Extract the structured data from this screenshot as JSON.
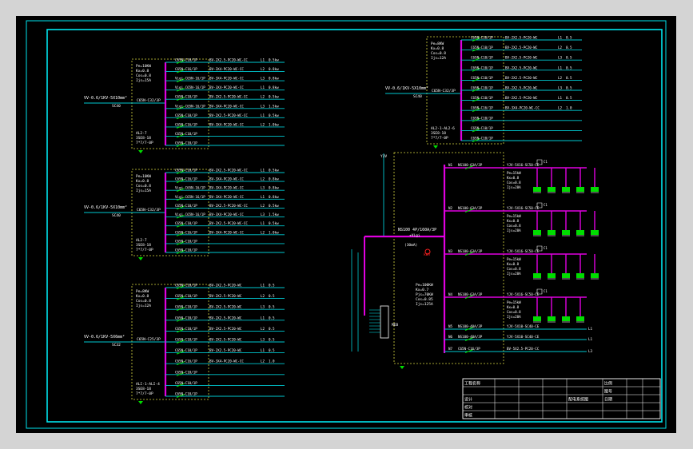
{
  "colors": {
    "background": "#000000",
    "frame": "#00e5ee",
    "bus": "#e000e0",
    "wire": "#00c8d0",
    "text": "#ffffff",
    "panel_border": "#d8d840",
    "breaker": "#00dd00",
    "accent_red": "#ff2020"
  },
  "panels": [
    {
      "feeder": "VV-0.6/1KV-5X10mm²",
      "feeder_sub": "SC40",
      "main_breaker": "C65N-C32/3P",
      "tag": [
        "AL2-7",
        "3SE8-18",
        "7*7/7-0P"
      ],
      "specs": [
        "Pe=10KW",
        "Kx=0.8",
        "Cos=0.8",
        "Ijs=15A"
      ],
      "circuits": [
        {
          "breaker": "C65N-C10/1P",
          "cable": "BV-2X2.5-PC20-WC-CC",
          "phase": "L1",
          "load": "0.5kw"
        },
        {
          "breaker": "C65N-C16/1P",
          "cable": "BV-3X4-PC20-WC-CC",
          "phase": "L2",
          "load": "0.8kw"
        },
        {
          "breaker": "Vigi C65N-16/1P",
          "cable": "BV-3X4-PC20-WC-CC",
          "phase": "L3",
          "load": "0.8kw"
        },
        {
          "breaker": "Vigi C65N-16/1P",
          "cable": "BV-3X4-PC20-WC-CC",
          "phase": "L1",
          "load": "0.8kw"
        },
        {
          "breaker": "C65N-C10/1P",
          "cable": "BV-2X2.5-PC20-WC-CC",
          "phase": "L2",
          "load": "0.5kw"
        },
        {
          "breaker": "Vigi C65N-16/1P",
          "cable": "BV-3X4-PC20-WC-CC",
          "phase": "L3",
          "load": "1.5kw"
        },
        {
          "breaker": "C65N-C10/1P",
          "cable": "BV-2X2.5-PC20-WC-CC",
          "phase": "L1",
          "load": "0.5kw"
        },
        {
          "breaker": "C65N-C16/1P",
          "cable": "BV-3X4-PC20-WC-CC",
          "phase": "L2",
          "load": "1.0kw"
        },
        {
          "breaker": "C65N-C10/1P",
          "cable": "",
          "phase": "",
          "load": ""
        },
        {
          "breaker": "C65N-C10/1P",
          "cable": "",
          "phase": "",
          "load": ""
        }
      ]
    },
    {
      "feeder": "VV-0.6/1KV-5X10mm²",
      "feeder_sub": "SC40",
      "main_breaker": "C65N-C32/3P",
      "tag": [
        "AL2-7",
        "3SE8-18",
        "7*7/7-0P"
      ],
      "specs": [
        "Pe=10KW",
        "Kx=0.8",
        "Cos=0.8",
        "Ijs=15A"
      ],
      "circuits": [
        {
          "breaker": "C65N-C10/1P",
          "cable": "BV-2X2.5-PC20-WC-CC",
          "phase": "L1",
          "load": "0.5kw"
        },
        {
          "breaker": "C65N-C16/1P",
          "cable": "BV-3X4-PC20-WC-CC",
          "phase": "L2",
          "load": "0.8kw"
        },
        {
          "breaker": "Vigi C65N-16/1P",
          "cable": "BV-3X4-PC20-WC-CC",
          "phase": "L3",
          "load": "0.8kw"
        },
        {
          "breaker": "Vigi C65N-16/1P",
          "cable": "BV-3X4-PC20-WC-CC",
          "phase": "L1",
          "load": "0.8kw"
        },
        {
          "breaker": "C65N-C10/1P",
          "cable": "BV-2X2.5-PC20-WC-CC",
          "phase": "L2",
          "load": "0.5kw"
        },
        {
          "breaker": "Vigi C65N-16/1P",
          "cable": "BV-3X4-PC20-WC-CC",
          "phase": "L3",
          "load": "1.5kw"
        },
        {
          "breaker": "C65N-C10/1P",
          "cable": "BV-2X2.5-PC20-WC-CC",
          "phase": "L1",
          "load": "0.5kw"
        },
        {
          "breaker": "C65N-C16/1P",
          "cable": "BV-3X4-PC20-WC-CC",
          "phase": "L2",
          "load": "1.0kw"
        },
        {
          "breaker": "C65N-C10/1P",
          "cable": "",
          "phase": "",
          "load": ""
        },
        {
          "breaker": "C65N-C10/1P",
          "cable": "",
          "phase": "",
          "load": ""
        }
      ]
    },
    {
      "feeder": "VV-0.6/1KV-5X6mm²",
      "feeder_sub": "SC32",
      "main_breaker": "C65N-C25/3P",
      "tag": [
        "ALI-1-ALI-4",
        "3SE8-18",
        "7*7/7-0P"
      ],
      "specs": [
        "Pe=8KW",
        "Kx=0.8",
        "Cos=0.8",
        "Ijs=12A"
      ],
      "circuits": [
        {
          "breaker": "C65N-C10/1P",
          "cable": "BV-2X2.5-PC20-WC",
          "phase": "L1",
          "load": "0.5"
        },
        {
          "breaker": "C65N-C10/1P",
          "cable": "BV-2X2.5-PC20-WC",
          "phase": "L2",
          "load": "0.5"
        },
        {
          "breaker": "C65N-C10/1P",
          "cable": "BV-2X2.5-PC20-WC",
          "phase": "L3",
          "load": "0.5"
        },
        {
          "breaker": "C65N-C10/1P",
          "cable": "BV-2X2.5-PC20-WC",
          "phase": "L1",
          "load": "0.5"
        },
        {
          "breaker": "C65N-C10/1P",
          "cable": "BV-2X2.5-PC20-WC",
          "phase": "L2",
          "load": "0.5"
        },
        {
          "breaker": "C65N-C10/1P",
          "cable": "BV-2X2.5-PC20-WC",
          "phase": "L3",
          "load": "0.5"
        },
        {
          "breaker": "C65N-C10/1P",
          "cable": "BV-2X2.5-PC20-WC",
          "phase": "L1",
          "load": "0.5"
        },
        {
          "breaker": "C65N-C16/1P",
          "cable": "BV-3X4-PC20-WC-CC",
          "phase": "L2",
          "load": "1.0"
        },
        {
          "breaker": "C65N-C10/1P",
          "cable": "",
          "phase": "",
          "load": ""
        },
        {
          "breaker": "C65N-C10/1P",
          "cable": "",
          "phase": "",
          "load": ""
        },
        {
          "breaker": "C65N-C10/1P",
          "cable": "",
          "phase": "",
          "load": ""
        }
      ]
    },
    {
      "feeder": "VV-0.6/1KV-5X10mm²",
      "feeder_sub": "SC40",
      "main_breaker": "C65N-C32/3P",
      "tag": [
        "AL2-1-AL2-6",
        "3SE8-18",
        "7*7/7-0P"
      ],
      "specs": [
        "Pe=8KW",
        "Kx=0.8",
        "Cos=0.8",
        "Ijs=12A"
      ],
      "circuits": [
        {
          "breaker": "C65N-C10/1P",
          "cable": "BV-2X2.5-PC20-WC",
          "phase": "L1",
          "load": "0.5"
        },
        {
          "breaker": "C65N-C10/1P",
          "cable": "BV-2X2.5-PC20-WC",
          "phase": "L2",
          "load": "0.5"
        },
        {
          "breaker": "C65N-C10/1P",
          "cable": "BV-2X2.5-PC20-WC",
          "phase": "L3",
          "load": "0.5"
        },
        {
          "breaker": "C65N-C10/1P",
          "cable": "BV-2X2.5-PC20-WC",
          "phase": "L1",
          "load": "0.5"
        },
        {
          "breaker": "C65N-C10/1P",
          "cable": "BV-2X2.5-PC20-WC",
          "phase": "L2",
          "load": "0.5"
        },
        {
          "breaker": "C65N-C10/1P",
          "cable": "BV-2X2.5-PC20-WC",
          "phase": "L3",
          "load": "0.5"
        },
        {
          "breaker": "C65N-C10/1P",
          "cable": "BV-2X2.5-PC20-WC",
          "phase": "L1",
          "load": "0.5"
        },
        {
          "breaker": "C65N-C16/1P",
          "cable": "BV-3X4-PC20-WC-CC",
          "phase": "L2",
          "load": "1.0"
        },
        {
          "breaker": "C65N-C10/1P",
          "cable": "",
          "phase": "",
          "load": ""
        },
        {
          "breaker": "C65N-C10/1P",
          "cable": "",
          "phase": "",
          "load": ""
        },
        {
          "breaker": "C65N-C10/1P",
          "cable": "",
          "phase": "",
          "load": ""
        }
      ]
    }
  ],
  "main_panel": {
    "incoming_label": "YJV",
    "main_breaker": "NS100 4P/160A/3P",
    "main_breaker_sub": "+Vigi",
    "main_breaker_note": "(30mA)",
    "meter": "kWh",
    "terminal_label": "MEB",
    "specs": [
      "Pe=100KW",
      "Kx=0.7",
      "Pjs=70KW",
      "Cos=0.85",
      "Ijs=125A"
    ],
    "feeders": [
      {
        "breaker": "NS100-63A/3P",
        "cable": "YJV-5X16-SC50-CE",
        "label": "N1"
      },
      {
        "breaker": "NS100-63A/3P",
        "cable": "YJV-5X16-SC50-CE",
        "label": "N2"
      },
      {
        "breaker": "NS100-63A/3P",
        "cable": "YJV-5X16-SC50-CE",
        "label": "N3"
      },
      {
        "breaker": "NS100-63A/3P",
        "cable": "YJV-5X16-SC50-CE",
        "label": "N4"
      },
      {
        "breaker": "NS100-40A/3P",
        "cable": "YJV-5X10-SC40-CE",
        "label": "N5"
      },
      {
        "breaker": "NS100-40A/3P",
        "cable": "YJV-5X10-SC40-CE",
        "label": "N6"
      },
      {
        "breaker": "C65N-C16/3P",
        "cable": "BV-5X2.5-PC20-CC",
        "label": "N7"
      }
    ],
    "feeder_side_specs": [
      "Pe=15kW",
      "Kx=0.8",
      "Cos=0.8",
      "Ijs=28A"
    ]
  },
  "title_block": {
    "rows": [
      [
        "工程名称",
        "",
        "",
        "",
        "",
        "比例",
        "",
        ""
      ],
      [
        "",
        "",
        "",
        "",
        "",
        "图号",
        "",
        ""
      ],
      [
        "设计",
        "",
        "",
        "",
        "配电系统图",
        "日期",
        "",
        ""
      ],
      [
        "校对",
        "",
        "",
        "",
        "",
        "",
        "",
        ""
      ],
      [
        "审核",
        "",
        "",
        "",
        "",
        "",
        "",
        ""
      ]
    ]
  }
}
